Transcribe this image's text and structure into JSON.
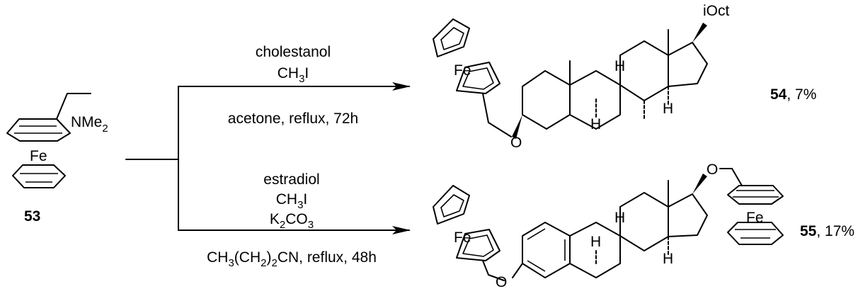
{
  "reactant": {
    "label": "53",
    "substituent_main": "NMe",
    "substituent_sub": "2",
    "metal": "Fe"
  },
  "top_reaction": {
    "reagent_1": "cholestanol",
    "reagent_2_main": "CH",
    "reagent_2_sub": "3",
    "reagent_2_tail": "I",
    "conditions": "acetone, reflux, 72h"
  },
  "bottom_reaction": {
    "reagent_1": "estradiol",
    "reagent_2_main": "CH",
    "reagent_2_sub": "3",
    "reagent_2_tail": "I",
    "reagent_3_main": "K",
    "reagent_3_sub1": "2",
    "reagent_3_mid": "CO",
    "reagent_3_sub2": "3",
    "cond_a": "CH",
    "cond_b": "3",
    "cond_c": "(CH",
    "cond_d": "2",
    "cond_e": ")",
    "cond_f": "2",
    "cond_g": "CN, reflux, 48h"
  },
  "product_top": {
    "label": "54",
    "yield": ", 7%",
    "metal": "Fe",
    "oxygen": "O",
    "side_chain": "iOct",
    "h_labels": [
      "H",
      "H",
      "H"
    ]
  },
  "product_bottom": {
    "label": "55",
    "yield": ", 17%",
    "metal_1": "Fe",
    "metal_2": "Fe",
    "oxygen_1": "O",
    "oxygen_2": "O",
    "h_labels": [
      "H",
      "H",
      "H"
    ]
  }
}
